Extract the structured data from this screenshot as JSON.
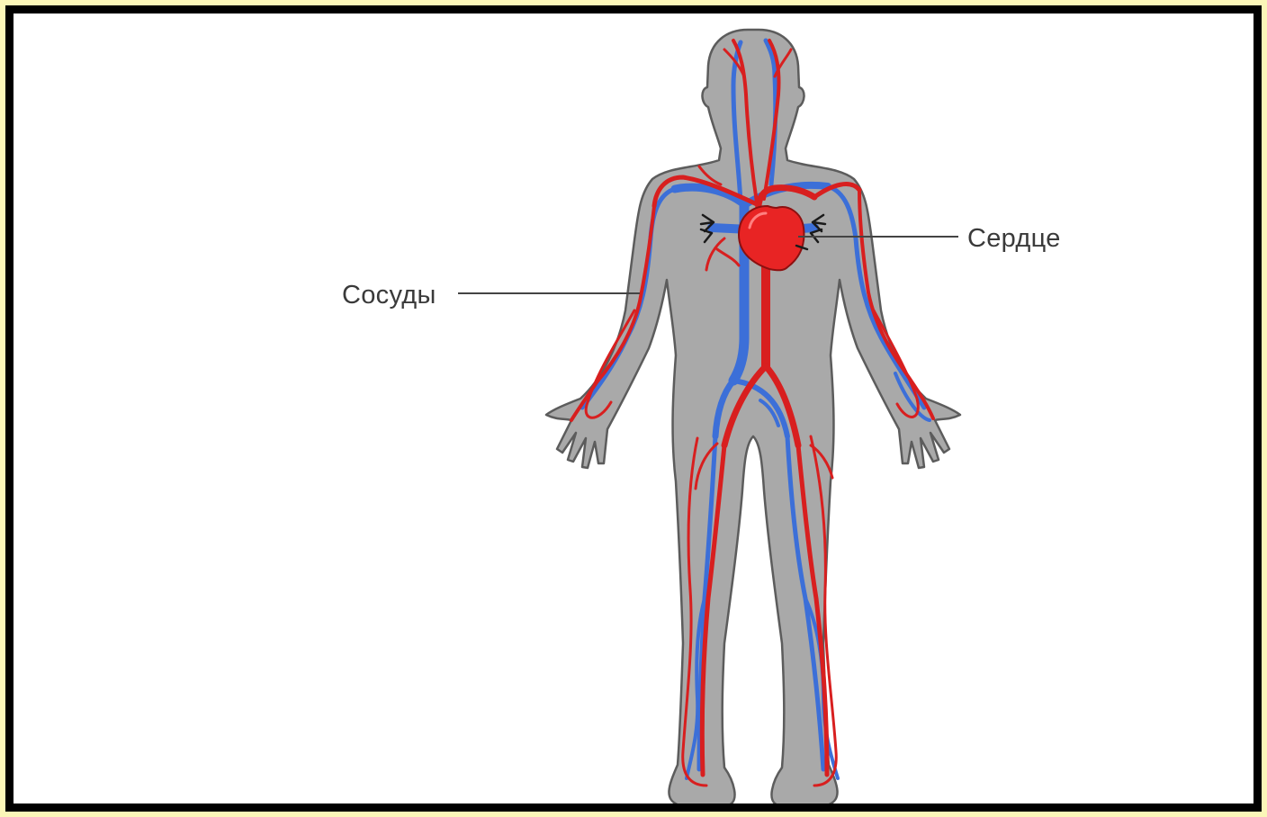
{
  "labels": {
    "vessels": "Сосуды",
    "heart": "Сердце"
  },
  "colors": {
    "page_background": "#fbf6b8",
    "frame_border": "#000000",
    "canvas": "#ffffff",
    "body_fill": "#a9a9a9",
    "artery": "#d81f1f",
    "vein": "#3c6fd8",
    "heart": "#e82424",
    "leader_line": "#444444"
  },
  "icons": {
    "figure": "human-body-figure",
    "heart": "heart-icon"
  }
}
